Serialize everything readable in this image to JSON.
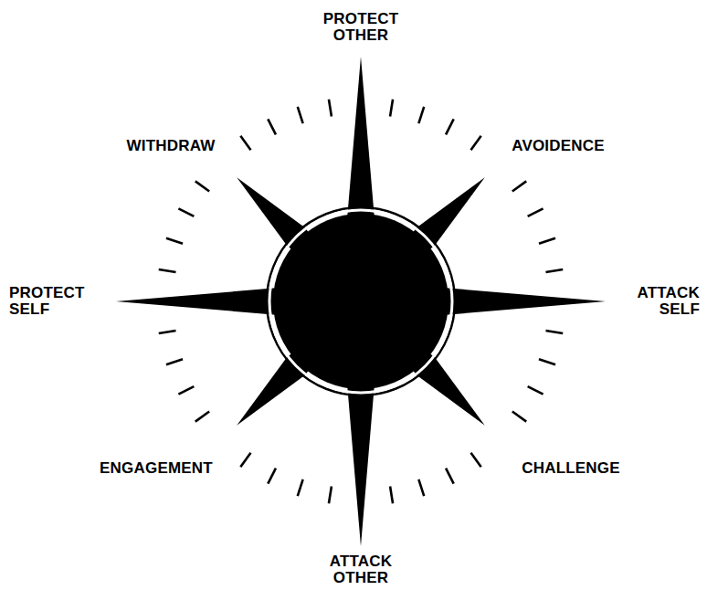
{
  "diagram": {
    "labels": [
      "PROTECT OTHER",
      "WITHDRAW",
      "AVOIDENCE",
      "PROTECT SELF",
      "ATTACK SELF",
      "ENGAGEMENT",
      "CHALLENGE",
      "ATTACK OTHER"
    ]
  }
}
